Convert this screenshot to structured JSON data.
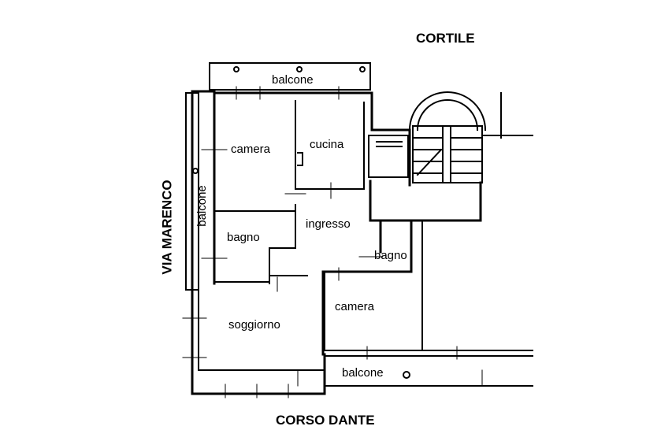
{
  "streets": {
    "north": "CORTILE",
    "west": "VIA MARENCO",
    "south": "CORSO DANTE"
  },
  "rooms": {
    "balcone_north": "balcone",
    "balcone_west": "balcone",
    "balcone_south": "balcone",
    "camera_nw": "camera",
    "cucina": "cucina",
    "ingresso": "ingresso",
    "bagno_west": "bagno",
    "bagno_east": "bagno",
    "soggiorno": "soggiorno",
    "camera_se": "camera"
  },
  "colors": {
    "wall": "#000000",
    "background": "#ffffff"
  }
}
